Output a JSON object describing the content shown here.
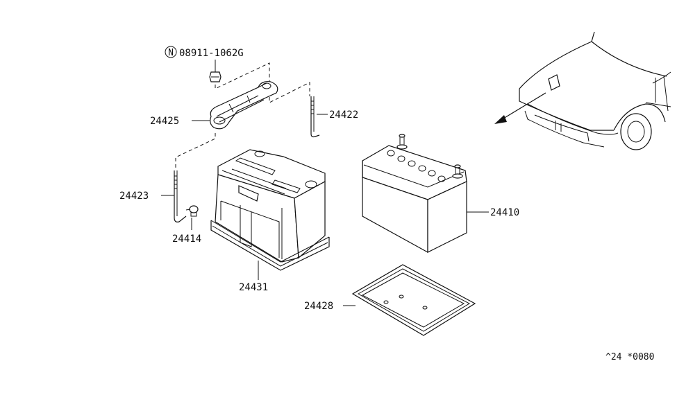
{
  "parts": {
    "nut_code": "08911-1062G",
    "nut_prefix": "N",
    "frame": "24425",
    "rod_right": "24422",
    "rod_left": "24423",
    "clip": "24414",
    "cover": "24431",
    "battery": "24410",
    "tray": "24428"
  },
  "footer": {
    "code": "^24 *0080"
  }
}
